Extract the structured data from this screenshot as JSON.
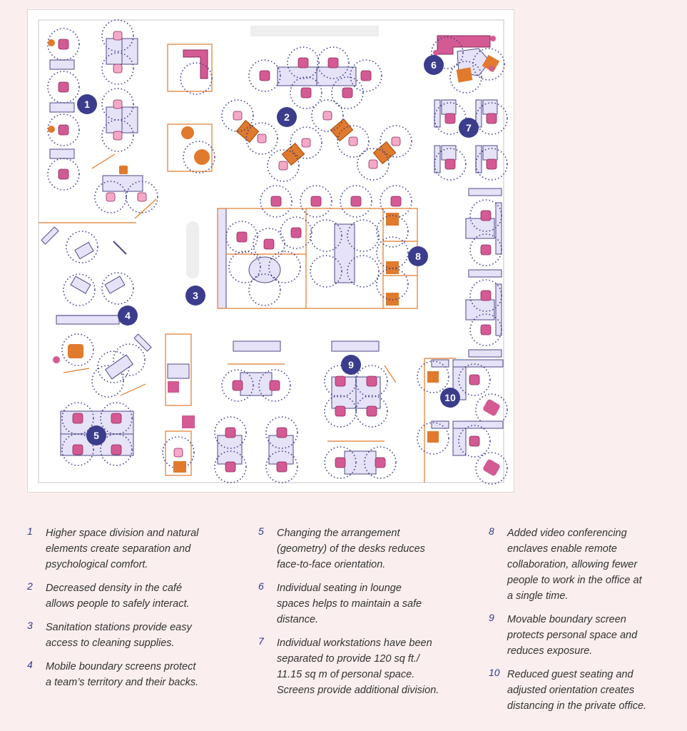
{
  "colors": {
    "background": "#fbeeee",
    "badge": "#3b3c8c",
    "desk_fill": "#e6e2f7",
    "desk_stroke": "#4e4a8a",
    "chair_pink": "#d45a94",
    "orange": "#e07a2c",
    "partition": "#e07a2c",
    "distance_ring": "#3b3c8c"
  },
  "badges": [
    "1",
    "2",
    "3",
    "4",
    "5",
    "6",
    "7",
    "8",
    "9",
    "10"
  ],
  "legend": [
    {
      "num": "1",
      "text": "Higher space division and natural\nelements create separation and\npsychological comfort."
    },
    {
      "num": "2",
      "text": "Decreased density in the café\nallows people to safely interact."
    },
    {
      "num": "3",
      "text": "Sanitation stations provide easy\naccess to cleaning supplies."
    },
    {
      "num": "4",
      "text": "Mobile boundary screens protect\na team’s territory and their backs."
    },
    {
      "num": "5",
      "text": "Changing the arrangement\n(geometry) of the desks reduces\nface-to-face orientation."
    },
    {
      "num": "6",
      "text": "Individual seating in lounge\nspaces helps to maintain a safe\ndistance."
    },
    {
      "num": "7",
      "text": "Individual workstations have been\nseparated to provide 120 sq ft./\n11.15 sq m of personal space.\nScreens provide additional division."
    },
    {
      "num": "8",
      "text": "Added video conferencing\nenclaves enable remote\ncollaboration, allowing fewer\npeople to work in the office at\na single time."
    },
    {
      "num": "9",
      "text": "Movable boundary screen\nprotects personal space and\nreduces exposure."
    },
    {
      "num": "10",
      "text": "Reduced guest seating and\nadjusted orientation creates\ndistancing in the private  office."
    }
  ]
}
